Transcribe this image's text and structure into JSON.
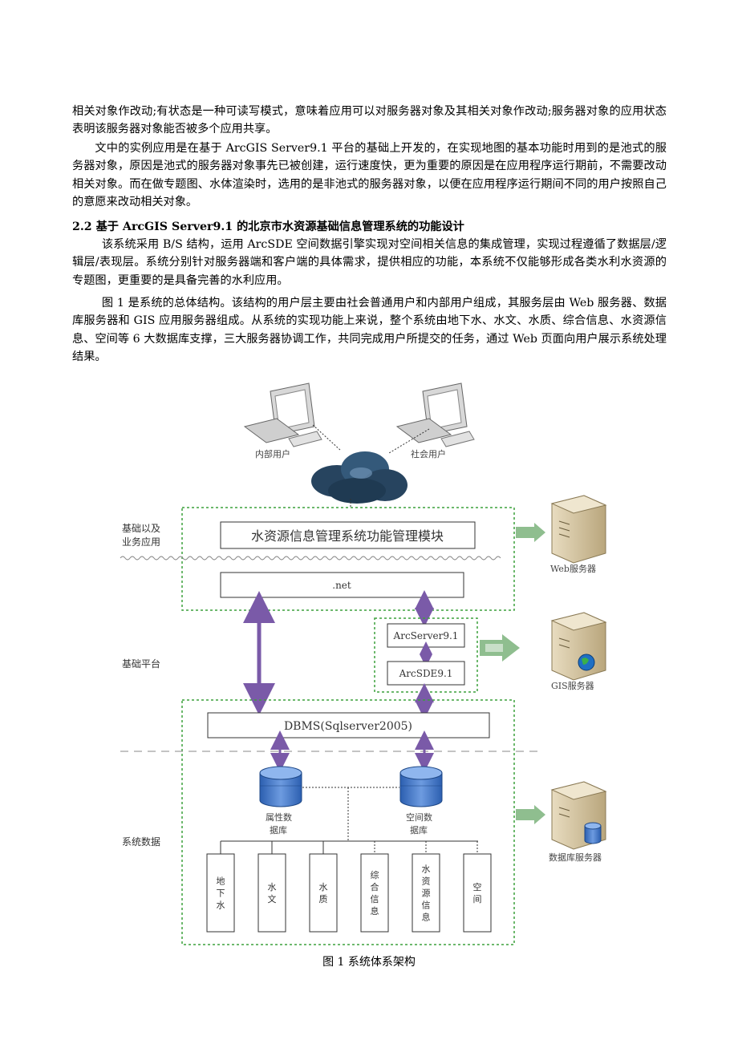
{
  "paragraphs": [
    "相关对象作改动;有状态是一种可读写模式，意味着应用可以对服务器对象及其相关对象作改动;服务器对象的应用状态表明该服务器对象能否被多个应用共享。",
    "文中的实例应用是在基于 ArcGIS Server9.1 平台的基础上开发的，在实现地图的基本功能时用到的是池式的服务器对象，原因是池式的服务器对象事先已被创建，运行速度快，更为重要的原因是在应用程序运行期前，不需要改动相关对象。而在做专题图、水体渲染时，选用的是非池式的服务器对象，以便在应用程序运行期间不同的用户按照自己的意愿来改动相关对象。"
  ],
  "section": {
    "heading": "2.2 基于 ArcGIS Server9.1 的北京市水资源基础信息管理系统的功能设计",
    "paragraphs": [
      "该系统采用 B/S 结构，运用 ArcSDE 空间数据引擎实现对空间相关信息的集成管理，实现过程遵循了数据层/逻辑层/表现层。系统分别针对服务器端和客户端的具体需求，提供相应的功能，本系统不仅能够形成各类水利水资源的专题图，更重要的是具备完善的水利应用。",
      "图 1 是系统的总体结构。该结构的用户层主要由社会普通用户和内部用户组成，其服务层由 Web 服务器、数据库服务器和 GIS 应用服务器组成。从系统的实现功能上来说，整个系统由地下水、水文、水质、综合信息、水资源信息、空间等 6 大数据库支撑，三大服务器协调工作，共同完成用户所提交的任务，通过 Web 页面向用户展示系统处理结果。"
    ]
  },
  "figure": {
    "users": {
      "internal": "内部用户",
      "public": "社会用户"
    },
    "layers": {
      "business": [
        "基础以及",
        "业务应用"
      ],
      "platform": "基础平台",
      "data": "系统数据"
    },
    "modules": {
      "management": "水资源信息管理系统功能管理模块",
      "net": ".net",
      "arcserver": "ArcServer9.1",
      "arcsde": "ArcSDE9.1",
      "dbms": "DBMS(Sqlserver2005)"
    },
    "servers": {
      "web": "Web服务器",
      "gis": "GIS服务器",
      "db": "数据库服务器"
    },
    "databases": {
      "attribute": [
        "属性数",
        "据库"
      ],
      "spatial": [
        "空间数",
        "据库"
      ]
    },
    "subdatabases": [
      [
        "地",
        "下",
        "水"
      ],
      [
        "水",
        "文"
      ],
      [
        "水",
        "质"
      ],
      [
        "综",
        "合",
        "信",
        "息"
      ],
      [
        "水",
        "资",
        "源",
        "信",
        "息"
      ],
      [
        "空",
        "间"
      ]
    ],
    "caption": "图 1  系统体系架构",
    "colors": {
      "border_green": "#3ca03c",
      "arrow_purple": "#7a5aa8",
      "arrow_green": "#8fbe8f",
      "cloud": "#27445f"
    }
  }
}
